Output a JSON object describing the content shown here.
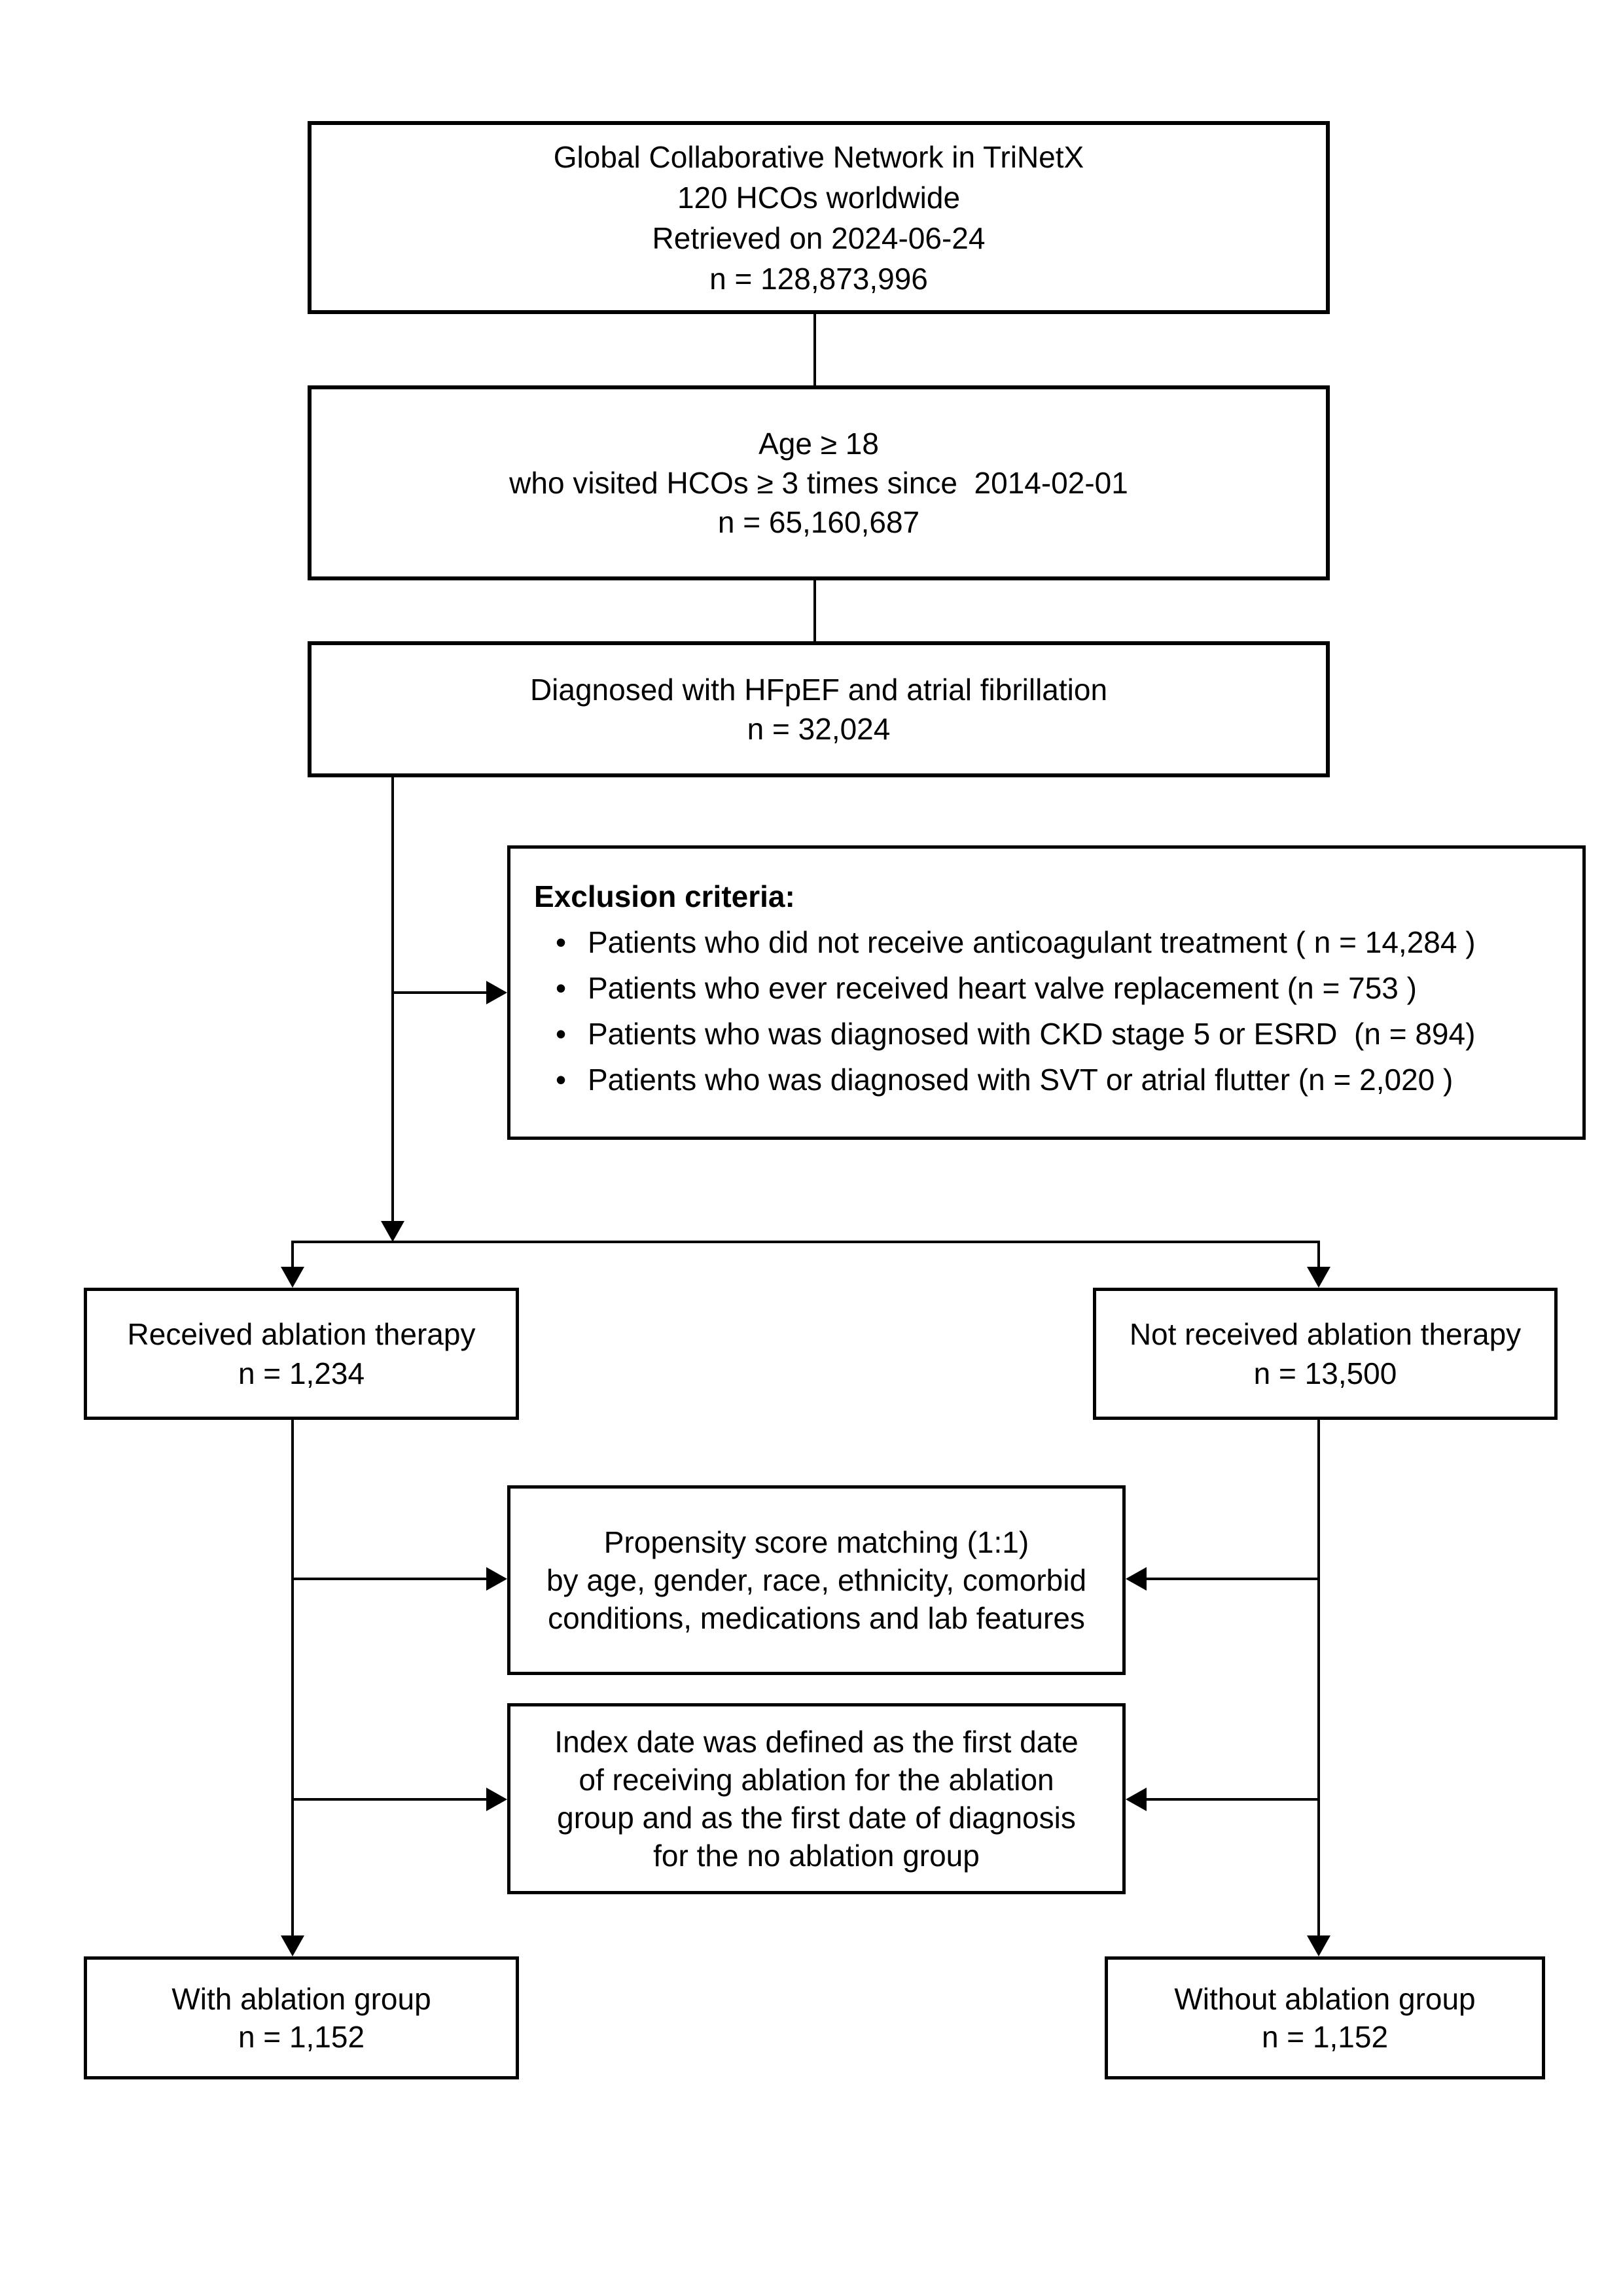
{
  "diagram": {
    "colors": {
      "line": "#000000",
      "background": "#ffffff",
      "text": "#000000"
    },
    "bullet_glyph": "•",
    "boxes": {
      "network": {
        "lines": [
          "Global Collaborative Network in TriNetX",
          "120 HCOs worldwide",
          "Retrieved on 2024-06-24",
          "n = 128,873,996"
        ]
      },
      "age": {
        "lines": [
          "Age ≥ 18",
          "who visited HCOs ≥ 3 times since  2014-02-01",
          "n = 65,160,687"
        ]
      },
      "diagnosis": {
        "lines": [
          "Diagnosed with HFpEF and atrial fibrillation",
          "n = 32,024"
        ]
      },
      "exclusion": {
        "header": "Exclusion criteria:",
        "bullets": [
          "Patients who did not receive anticoagulant treatment ( n = 14,284 )",
          "Patients who ever received heart valve replacement (n = 753 )",
          "Patients who was diagnosed with CKD stage 5 or ESRD  (n = 894)",
          "Patients who was diagnosed with SVT or atrial flutter (n = 2,020 )"
        ]
      },
      "received": {
        "lines": [
          "Received ablation therapy",
          "n = 1,234"
        ]
      },
      "not_received": {
        "lines": [
          "Not received ablation therapy",
          "n = 13,500"
        ]
      },
      "psm": {
        "lines": [
          "Propensity score matching (1:1)",
          "by age, gender, race, ethnicity, comorbid",
          "conditions, medications and lab features"
        ]
      },
      "index_date": {
        "lines": [
          "Index date was defined as the first date",
          "of receiving ablation for the ablation",
          "group and as the first date of diagnosis",
          "for the no ablation group"
        ]
      },
      "with_group": {
        "lines": [
          "With ablation group",
          "n = 1,152"
        ]
      },
      "without_group": {
        "lines": [
          "Without ablation group",
          "n = 1,152"
        ]
      }
    }
  }
}
